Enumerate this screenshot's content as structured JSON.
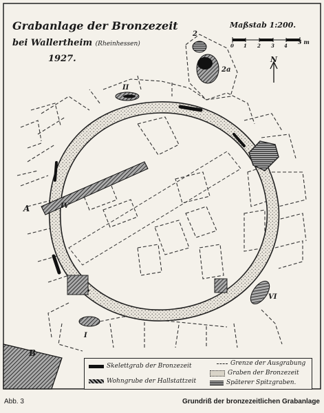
{
  "title": {
    "line1": "Grabanlage der Bronzezeit",
    "line2": "bei Wallertheim",
    "line2_note": "(Rheinhessen)",
    "year": "1927."
  },
  "scale": {
    "label": "Maßstab 1:200.",
    "ticks": [
      "0",
      "1",
      "2",
      "3",
      "4",
      "5 m"
    ]
  },
  "labels": {
    "north": "N",
    "grave2": "2",
    "grave2a": "2a",
    "sector_a": "A",
    "sector_b": "B",
    "roman_top": "II",
    "roman_right": "VI",
    "roman_bottom_left": "I",
    "roman_left": "IV"
  },
  "legend": {
    "items": [
      {
        "label": "Skelettgrab der Bronzezeit"
      },
      {
        "label": "Grenze der Ausgrabung"
      },
      {
        "label": "Graben der Bronzezeit"
      },
      {
        "label": "Wohngrube der Hallstattzeit"
      },
      {
        "label": "Späterer Spitzgraben."
      }
    ]
  },
  "caption": {
    "figure": "Abb. 3",
    "text": "Grundriß der bronzezeitlichen Grabanlage"
  }
}
